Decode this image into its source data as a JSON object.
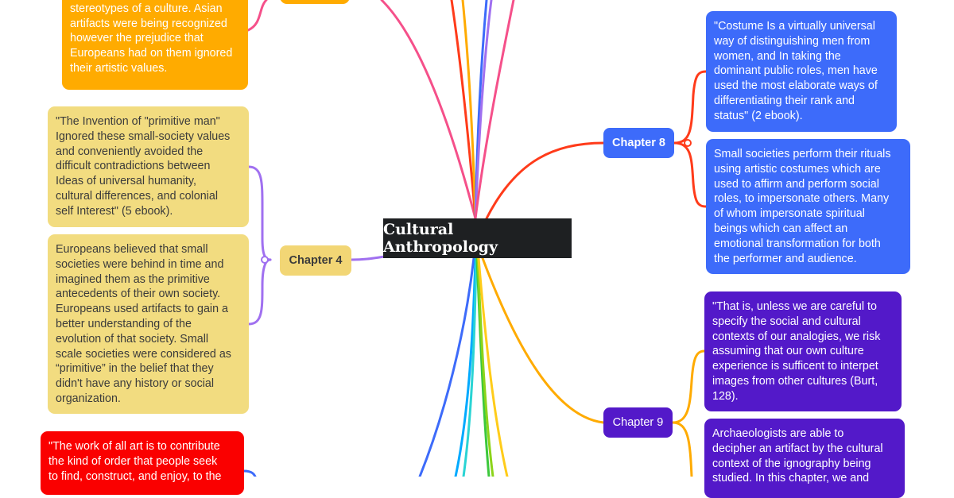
{
  "central_topic": "Cultural Anthropology",
  "colors": {
    "orange": "#ffab00",
    "yellow": "#f2dc80",
    "blue": "#3d6bfa",
    "purple": "#5319c9",
    "red": "#fa0000",
    "central": "#1e2022"
  },
  "left": {
    "orange_note": "westerners, creating their own\nstereotypes of a culture. Asian\nartifacts were being recognized\nhowever the prejudice that\nEuropeans had on them ignored\ntheir artistic values.",
    "chapter4": {
      "label": "Chapter 4",
      "notes": [
        "\"The Invention of \"primitive man\"\nIgnored these small-society values\nand conveniently avoided the\ndifficult contradictions between\nIdeas of universal humanity,\ncultural differences, and colonial\nself Interest\" (5 ebook).",
        "Europeans believed that small\nsocieties were behind in time and\nimagined them as the primitive\nantecedents of their own society.\nEuropeans used artifacts to gain  a\nbetter understanding of the\nevolution of that society. Small\nscale societies were considered as\n“primitive” in the belief that they\ndidn't have any history or social\norganization."
      ]
    },
    "red_note": "\"The work of all art is to contribute\nthe kind of order that people seek\nto find, construct, and enjoy, to the"
  },
  "right": {
    "chapter8": {
      "label": "Chapter 8",
      "notes": [
        "\"Costume Is a virtually universal\nway of distinguishing men from\nwomen, and In taking the\ndominant public roles, men have\nused the most elaborate ways of\ndifferentiating their rank and\nstatus\" (2 ebook).",
        "Small societies perform their rituals\nusing artistic costumes which are\nused to affirm and perform social\nroles, to impersonate others. Many\nof whom impersonate spiritual\nbeings which can affect an\nemotional transformation for both\nthe performer and audience."
      ]
    },
    "chapter9": {
      "label": "Chapter 9",
      "notes": [
        "\"That is, unless we are careful to\nspecify the social and cultural\ncontexts of our analogies, we risk\nassuming that our own culture\nexperience is sufficent to interpet\nimages from other cultures (Burt,\n128).",
        "Archaeologists are able to\ndecipher an artifact by the cultural\ncontext of the ignography being\nstudied. In this chapter, we and"
      ]
    }
  }
}
